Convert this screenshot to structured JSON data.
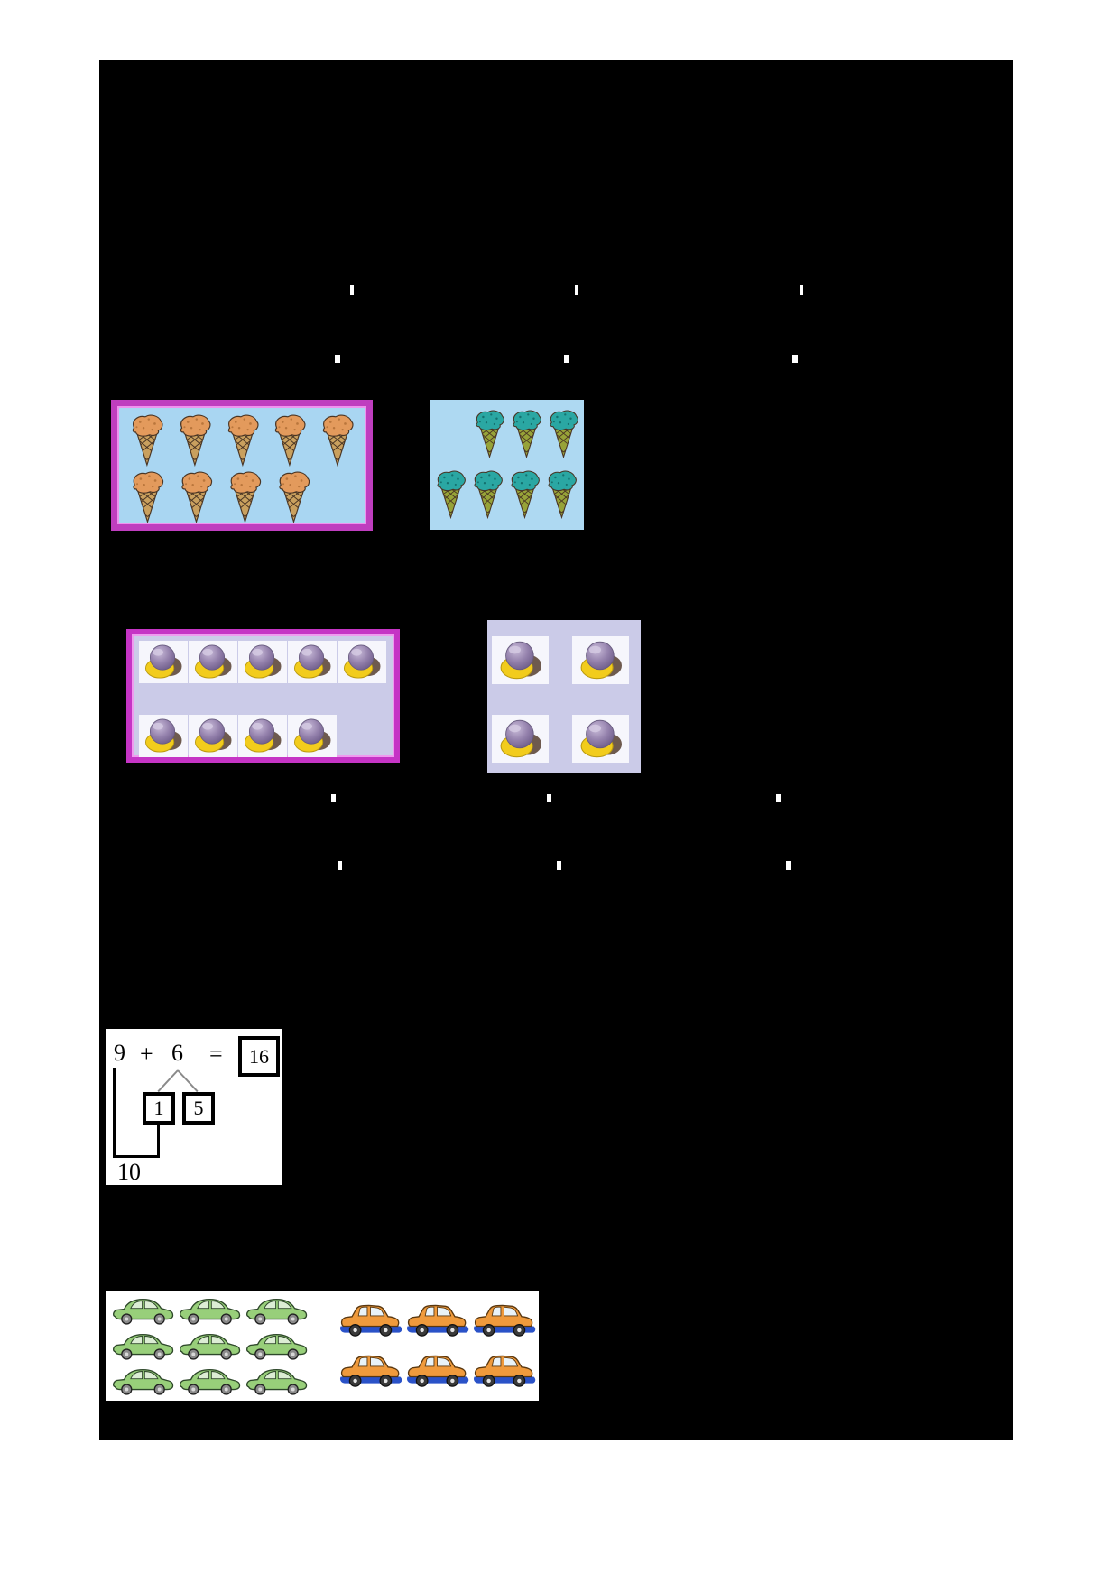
{
  "page": {
    "background": "#ffffff"
  },
  "blackboard": {
    "background": "#000000"
  },
  "figures": {
    "ice_cream_orange": {
      "alt": "nine orange ice cream cones in a magenta-bordered blue box",
      "count": 9,
      "rows": [
        {
          "count": 5,
          "align": "left"
        },
        {
          "count": 4,
          "align": "left"
        }
      ],
      "colors": {
        "bg": "#a9d6f2",
        "border": "#bf3ebf",
        "scoop": "#e39a5c",
        "speck": "#b9763c",
        "cone": "#c9a05e"
      }
    },
    "ice_cream_teal": {
      "alt": "seven teal ice cream cones on a blue panel",
      "count": 7,
      "rows": [
        {
          "count": 3,
          "align": "right"
        },
        {
          "count": 4,
          "align": "left"
        }
      ],
      "colors": {
        "bg": "#aed9f2",
        "scoop": "#2aa7a3",
        "speck": "#14716f",
        "cone": "#97a338"
      }
    },
    "balls_nine": {
      "alt": "nine purple balls on yellow crescents in a magenta-bordered box",
      "count": 9,
      "rows": [
        {
          "count": 5
        },
        {
          "count": 4
        }
      ],
      "colors": {
        "bg": "#cbcbe8",
        "border": "#c534c5",
        "cell": "#f6f6fc"
      }
    },
    "balls_four": {
      "alt": "four purple balls on yellow crescents in a two by two grid",
      "count": 4,
      "rows": [
        {
          "count": 2
        },
        {
          "count": 2
        }
      ],
      "colors": {
        "bg": "#cbcbe8",
        "cell": "#f6f6fc"
      }
    },
    "cars_green": {
      "alt": "nine green cars in three rows",
      "count": 9,
      "rows": [
        {
          "count": 3
        },
        {
          "count": 3
        },
        {
          "count": 3
        }
      ],
      "colors": {
        "body": "#98cf7a"
      }
    },
    "cars_orange": {
      "alt": "six orange cars in two rows",
      "count": 6,
      "rows": [
        {
          "count": 3
        },
        {
          "count": 3
        }
      ],
      "colors": {
        "body": "#ef9a3c"
      }
    }
  },
  "make_ten_diagram": {
    "addend_a": "9",
    "operator": "+",
    "addend_b": "6",
    "equals_sign": "=",
    "result": "16",
    "split_left": "1",
    "split_right": "5",
    "ten": "10"
  }
}
